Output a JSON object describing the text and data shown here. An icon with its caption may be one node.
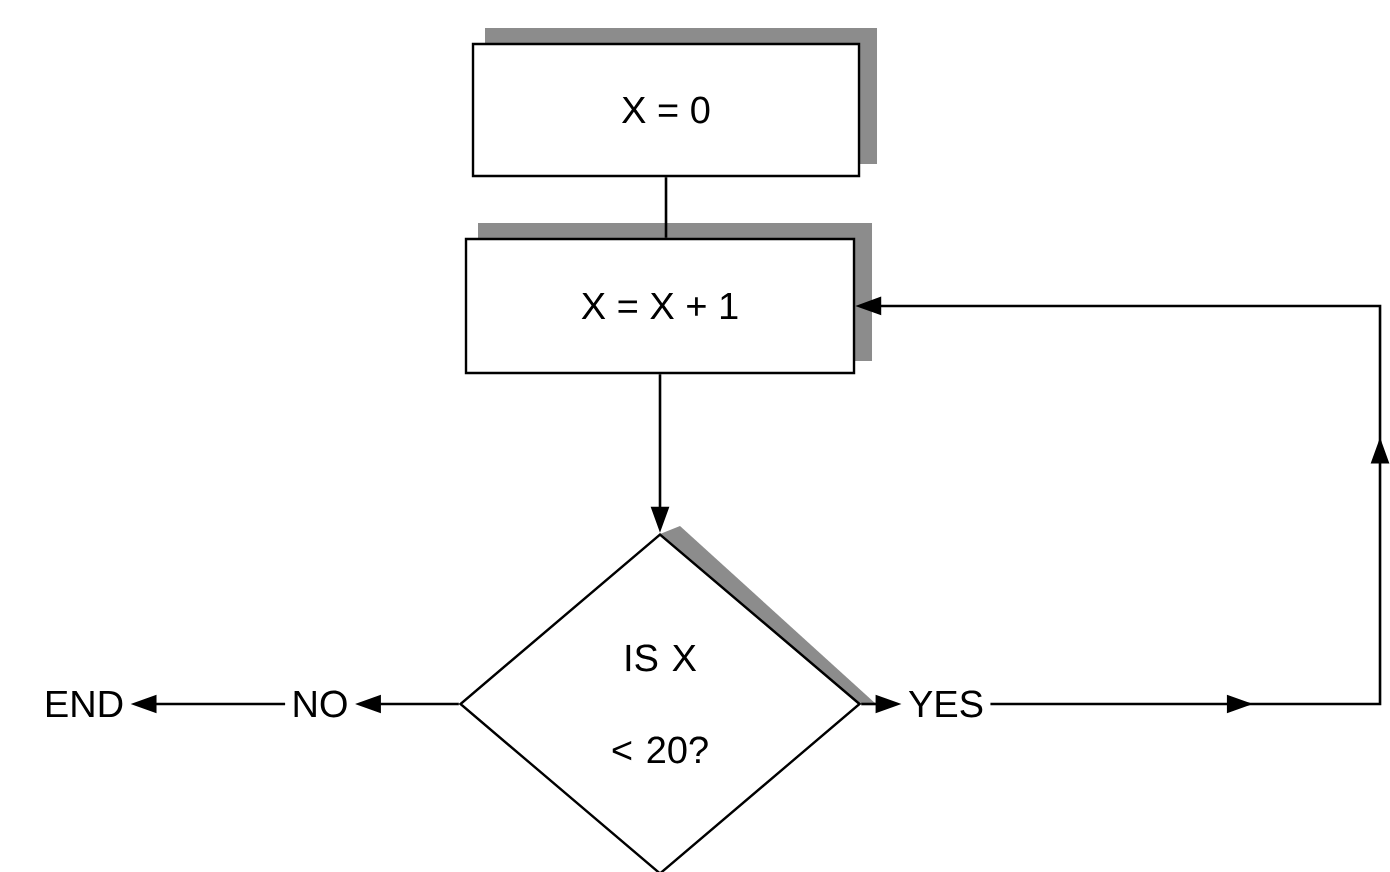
{
  "diagram": {
    "nodes": [
      {
        "text": [
          "X = 0"
        ]
      },
      {
        "text": [
          "X = X + 1"
        ]
      },
      {
        "text": [
          "IS X < 20?"
        ]
      },
      {
        "text": [
          "NO"
        ]
      },
      {
        "text": [
          "END"
        ]
      },
      {
        "text": [
          "YES"
        ]
      }
    ],
    "edges": [
      {
        "from": 0,
        "to": 1,
        "arrow": "none"
      },
      {
        "from": 1,
        "to": 2,
        "arrow": "to"
      },
      {
        "from": 2,
        "to": 3,
        "arrow": "to"
      },
      {
        "from": 3,
        "to": 4,
        "arrow": "to"
      },
      {
        "from": 2,
        "to": 5,
        "arrow": "to"
      },
      {
        "from": 5,
        "to": 1,
        "arrow": "to"
      }
    ]
  }
}
